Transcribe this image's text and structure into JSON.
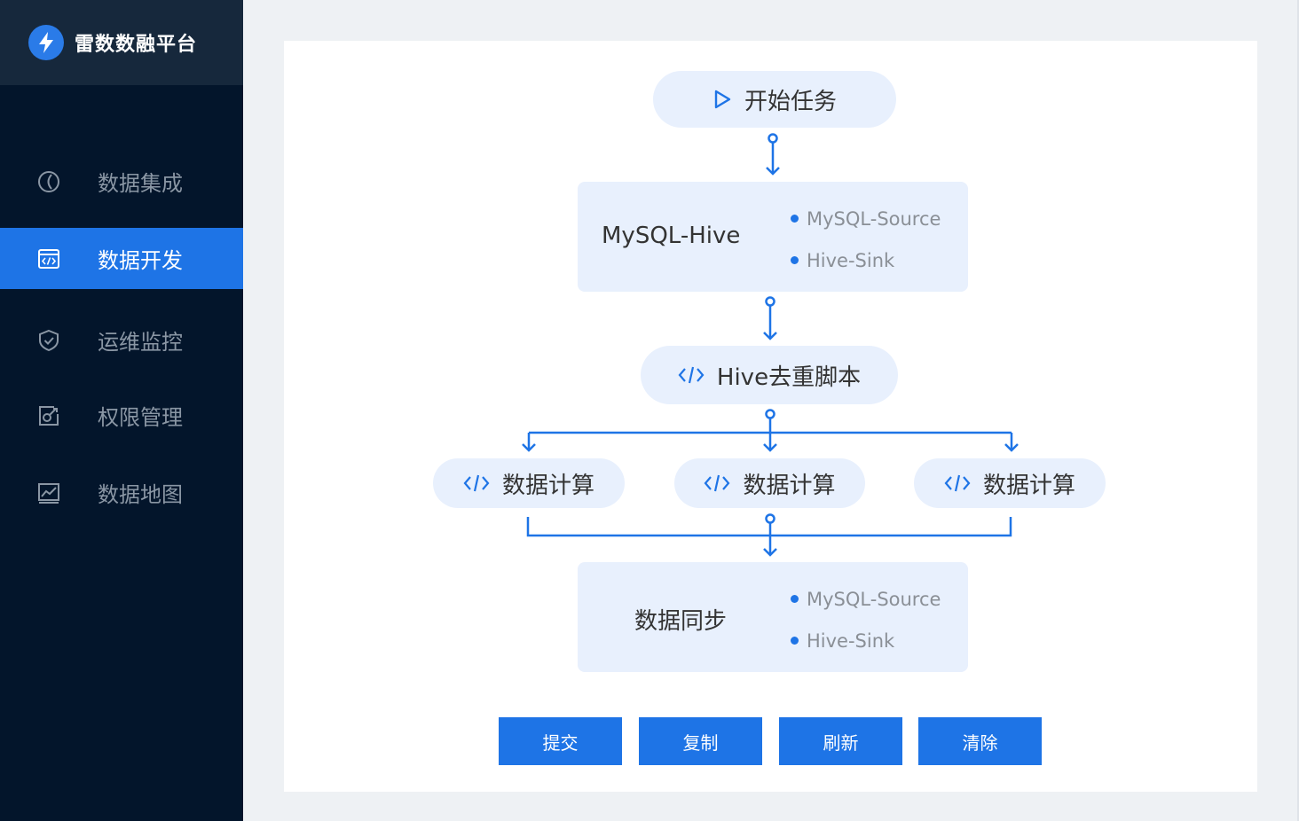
{
  "app": {
    "title": "雷数数融平台",
    "logo_icon": "lightning-icon"
  },
  "sidebar": {
    "items": [
      {
        "label": "数据集成",
        "icon": "integration-icon",
        "active": false
      },
      {
        "label": "数据开发",
        "icon": "code-window-icon",
        "active": true
      },
      {
        "label": "运维监控",
        "icon": "shield-check-icon",
        "active": false
      },
      {
        "label": "权限管理",
        "icon": "permission-icon",
        "active": false
      },
      {
        "label": "数据地图",
        "icon": "chart-map-icon",
        "active": false
      }
    ]
  },
  "flow": {
    "start": {
      "label": "开始任务",
      "icon": "play-icon"
    },
    "sync_hive": {
      "label": "MySQL-Hive",
      "bullets": [
        "MySQL-Source",
        "Hive-Sink"
      ]
    },
    "dedup": {
      "label": "Hive去重脚本",
      "icon": "code-icon"
    },
    "compute": [
      {
        "label": "数据计算",
        "icon": "code-icon"
      },
      {
        "label": "数据计算",
        "icon": "code-icon"
      },
      {
        "label": "数据计算",
        "icon": "code-icon"
      }
    ],
    "data_sync": {
      "label": "数据同步",
      "bullets": [
        "MySQL-Source",
        "Hive-Sink"
      ]
    }
  },
  "actions": {
    "submit": "提交",
    "copy": "复制",
    "refresh": "刷新",
    "clear": "清除"
  },
  "colors": {
    "accent": "#1e74e6",
    "sidebar_bg": "#03152b",
    "node_bg": "#e8f0fd"
  }
}
